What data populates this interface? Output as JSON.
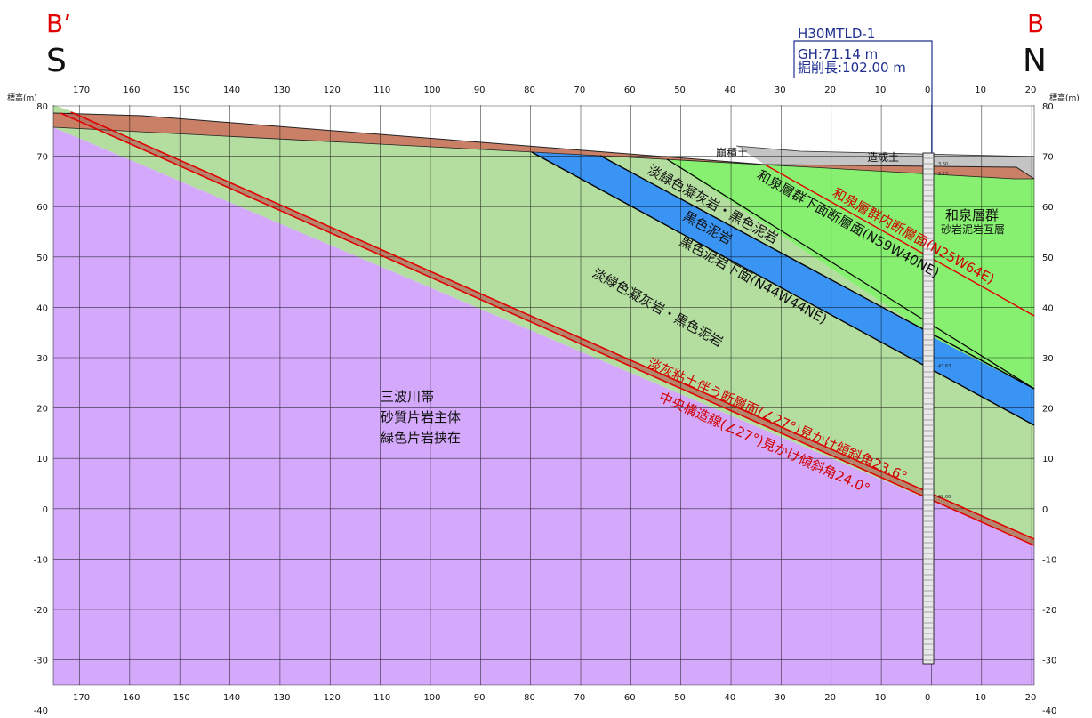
{
  "section": {
    "left_end": "B’",
    "left_dir": "S",
    "right_end": "B",
    "right_dir": "N",
    "axis_unit_left": "標高(m)",
    "axis_unit_right": "標高(m)"
  },
  "borehole": {
    "name": "H30MTLD-1",
    "gh": "GH:71.14 m",
    "depth": "掘削長:102.00 m"
  },
  "axes": {
    "x_ticks": [
      "170",
      "160",
      "150",
      "140",
      "130",
      "120",
      "110",
      "100",
      "90",
      "80",
      "70",
      "60",
      "50",
      "40",
      "30",
      "20",
      "10",
      "0",
      "10",
      "20"
    ],
    "y_ticks": [
      "80",
      "70",
      "60",
      "50",
      "40",
      "30",
      "20",
      "10",
      "0",
      "-10",
      "-20",
      "-30",
      "-40"
    ]
  },
  "units": {
    "surface_fill": "崩積土",
    "artificial_fill": "造成土",
    "izumi_group": "和泉層群",
    "izumi_group_sub": "砂岩泥岩互層",
    "tuff_upper": "淡緑色凝灰岩・黒色泥岩",
    "black_mudstone": "黒色泥岩",
    "tuff_lower": "淡緑色凝灰岩・黒色泥岩",
    "sanbagawa": "三波川帯",
    "sanbagawa_2": "砂質片岩主体",
    "sanbagawa_3": "緑色片岩挟在"
  },
  "boundaries": {
    "izumi_internal_fault": "和泉層群内断層面(N25W64E)",
    "izumi_base_fault": "和泉層群下面断層面(N59W40NE)",
    "mudstone_base": "黒色泥岩下面(N44W44NE)",
    "clay_fault": "淡灰粘土伴う断層面(∠27°)見かけ傾斜角23.6°",
    "mtl": "中央構造線(∠27°)見かけ傾斜角24.0°"
  },
  "core_notes": {
    "n1": "3.60",
    "n2": "5.15",
    "n3": "43.63",
    "n4": "69.00"
  },
  "colors": {
    "purple": "#d4a9fb",
    "green_pale": "#b4dda0",
    "green_bright": "#88f070",
    "blue": "#3a94f4",
    "brown": "#c98066",
    "gray": "#c4c4c4",
    "red": "#e00000",
    "navy": "#1f2f8f"
  }
}
